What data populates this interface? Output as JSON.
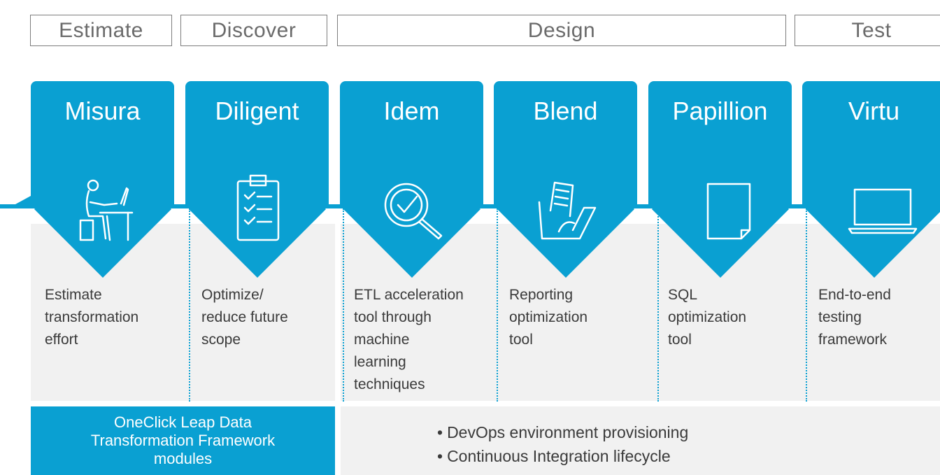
{
  "phases": [
    "Estimate",
    "Discover",
    "Design",
    "Test"
  ],
  "modules": [
    {
      "title": "Misura",
      "icon": "person-at-desk-icon",
      "desc": [
        "Estimate",
        "transformation",
        "effort"
      ]
    },
    {
      "title": "Diligent",
      "icon": "clipboard-checklist-icon",
      "desc": [
        "Optimize/",
        "reduce future",
        "scope"
      ]
    },
    {
      "title": "Idem",
      "icon": "magnifier-check-icon",
      "desc": [
        "ETL acceleration",
        "tool through",
        "machine",
        "learning",
        "techniques"
      ]
    },
    {
      "title": "Blend",
      "icon": "folder-documents-icon",
      "desc": [
        "Reporting",
        "optimization",
        "tool"
      ]
    },
    {
      "title": "Papillion",
      "icon": "document-icon",
      "desc": [
        "SQL",
        "optimization",
        "tool"
      ]
    },
    {
      "title": "Virtu",
      "icon": "laptop-icon",
      "desc": [
        "End-to-end",
        "testing",
        "framework"
      ]
    }
  ],
  "footer": {
    "framework_label": "OneClick Leap Data Transformation Framework modules",
    "bullets": [
      "DevOps environment provisioning",
      "Continuous Integration lifecycle"
    ]
  },
  "colors": {
    "accent": "#0aa0d2",
    "panel": "#f1f1f1",
    "text": "#3a3a3a",
    "phase_border": "#7d7d7d"
  }
}
